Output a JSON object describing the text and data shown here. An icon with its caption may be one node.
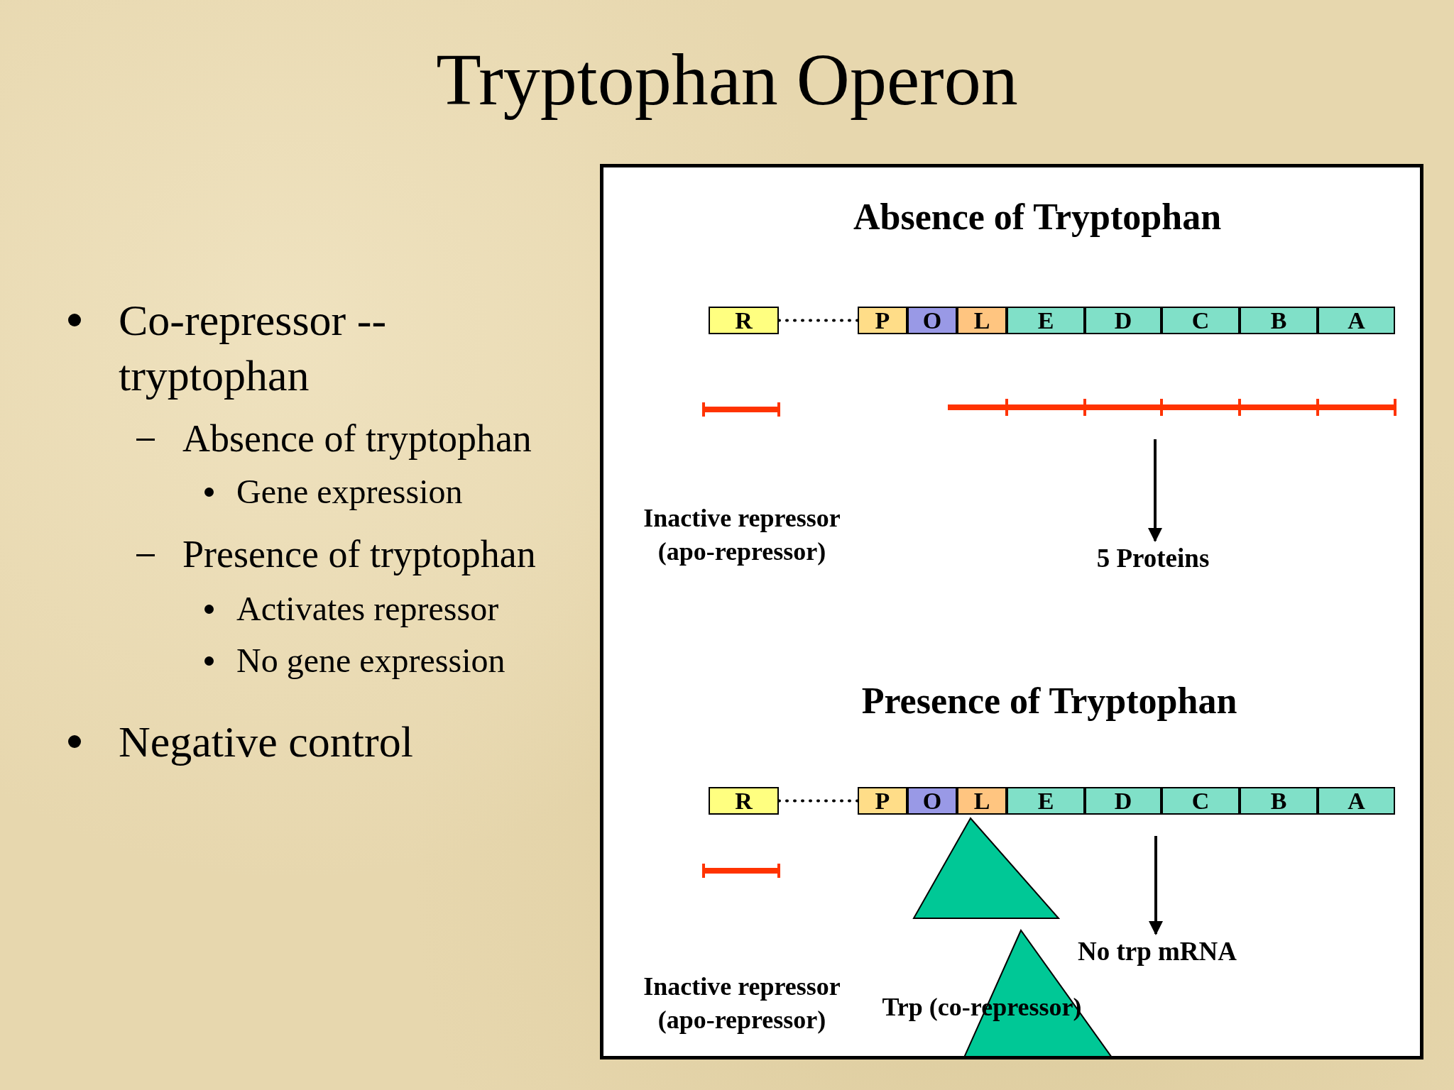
{
  "diagram": {
    "title": "Tryptophan Operon",
    "nodes": [
      {
        "text": [
          "Absence of Tryptophan",
          "Presence of Tryptophan"
        ]
      },
      {
        "text": [
          "R"
        ],
        "in": 0
      },
      {
        "text": [
          "P"
        ],
        "in": 0
      },
      {
        "text": [
          "O"
        ],
        "in": 0
      },
      {
        "text": [
          "L"
        ],
        "in": 0
      },
      {
        "text": [
          "E"
        ],
        "in": 0
      },
      {
        "text": [
          "D"
        ],
        "in": 0
      },
      {
        "text": [
          "C"
        ],
        "in": 0
      },
      {
        "text": [
          "B"
        ],
        "in": 0
      },
      {
        "text": [
          "A"
        ],
        "in": 0
      },
      {
        "text": [
          "5 Proteins"
        ],
        "in": 0
      },
      {
        "text": [
          "R"
        ],
        "in": 0
      },
      {
        "text": [
          "P"
        ],
        "in": 0
      },
      {
        "text": [
          "O"
        ],
        "in": 0
      },
      {
        "text": [
          "L"
        ],
        "in": 0
      },
      {
        "text": [
          "E"
        ],
        "in": 0
      },
      {
        "text": [
          "D"
        ],
        "in": 0
      },
      {
        "text": [
          "C"
        ],
        "in": 0
      },
      {
        "text": [
          "B"
        ],
        "in": 0
      },
      {
        "text": [
          "A"
        ],
        "in": 0
      },
      {
        "text": [
          "No trp mRNA"
        ],
        "in": 0
      },
      {
        "text": [],
        "shape": "triangle",
        "in": 0
      },
      {
        "text": [],
        "shape": "triangle",
        "in": 0
      }
    ],
    "edges": [
      {
        "from": 1,
        "to": 2,
        "arrow": "none",
        "style": "dashed"
      },
      {
        "from": null,
        "to": 10,
        "arrow": "to"
      },
      {
        "from": 11,
        "to": 12,
        "arrow": "none",
        "style": "dashed"
      },
      {
        "from": null,
        "to": 20,
        "arrow": "to"
      }
    ],
    "labels": [
      "Co-repressor -- tryptophan",
      "Absence of tryptophan",
      "Gene expression",
      "Presence of tryptophan",
      "Activates repressor",
      "No gene expression",
      "Negative control",
      "Inactive repressor (apo-repressor)",
      "Inactive repressor (apo-repressor)",
      "Trp (co-repressor)"
    ]
  }
}
